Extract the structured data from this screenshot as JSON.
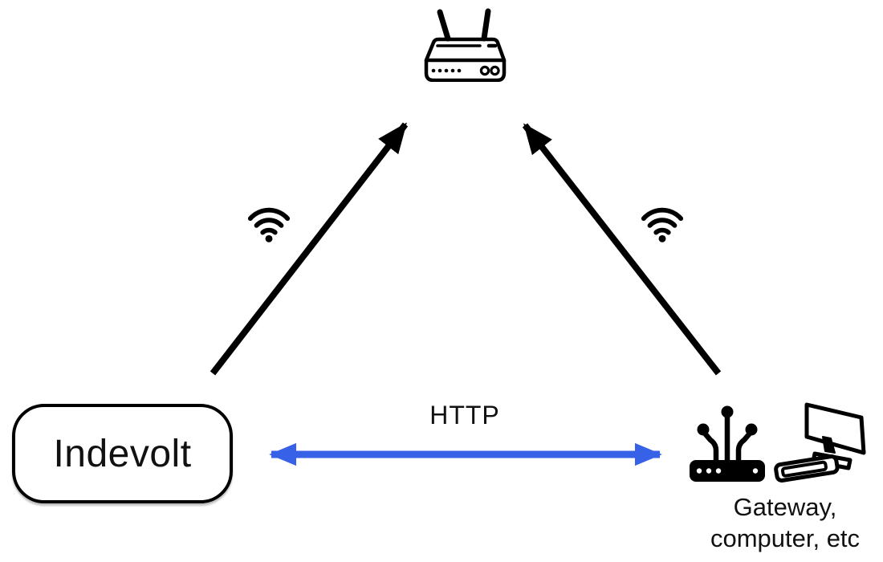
{
  "labels": {
    "http": "HTTP",
    "indevolt": "Indevolt",
    "gateway_line1": "Gateway,",
    "gateway_line2": "computer, etc"
  },
  "icons": {
    "router": "wifi-router-icon",
    "left_wifi": "wifi-signal-icon",
    "right_wifi": "wifi-signal-icon",
    "gateway": "gateway-device-icon",
    "computer": "computer-icon"
  },
  "colors": {
    "arrow_black": "#000000",
    "arrow_blue": "#3761E6",
    "text": "#111111",
    "background": "#ffffff"
  }
}
